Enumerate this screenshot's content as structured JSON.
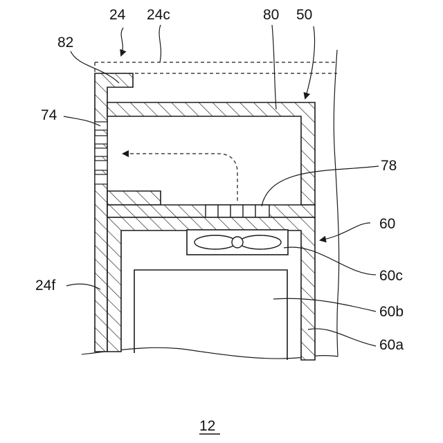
{
  "labels": {
    "l24": "24",
    "l24c": "24c",
    "l80": "80",
    "l50": "50",
    "l82": "82",
    "l74": "74",
    "l78": "78",
    "l60": "60",
    "l24f": "24f",
    "l60c": "60c",
    "l60b": "60b",
    "l60a": "60a",
    "figure_number": "12"
  }
}
